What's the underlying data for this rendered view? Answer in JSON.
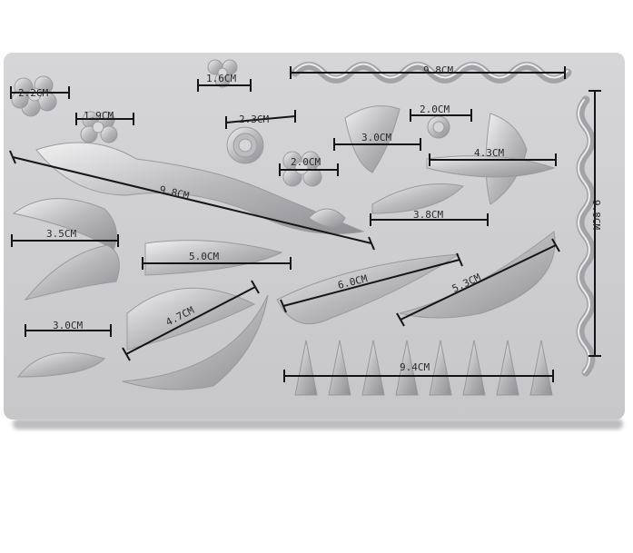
{
  "image": {
    "subject": "silicone fondant mold",
    "mold_color": "#cfcfd1",
    "line_color": "#151515",
    "measurements": [
      "2.2CM",
      "1.9CM",
      "1.6CM",
      "9.8CM",
      "2.3CM",
      "2.0CM",
      "3.0CM",
      "2.0CM",
      "4.3CM",
      "9.8CM",
      "9.8CM",
      "3.8CM",
      "3.5CM",
      "5.0CM",
      "6.0CM",
      "5.3CM",
      "4.7CM",
      "3.0CM",
      "9.4CM"
    ]
  }
}
